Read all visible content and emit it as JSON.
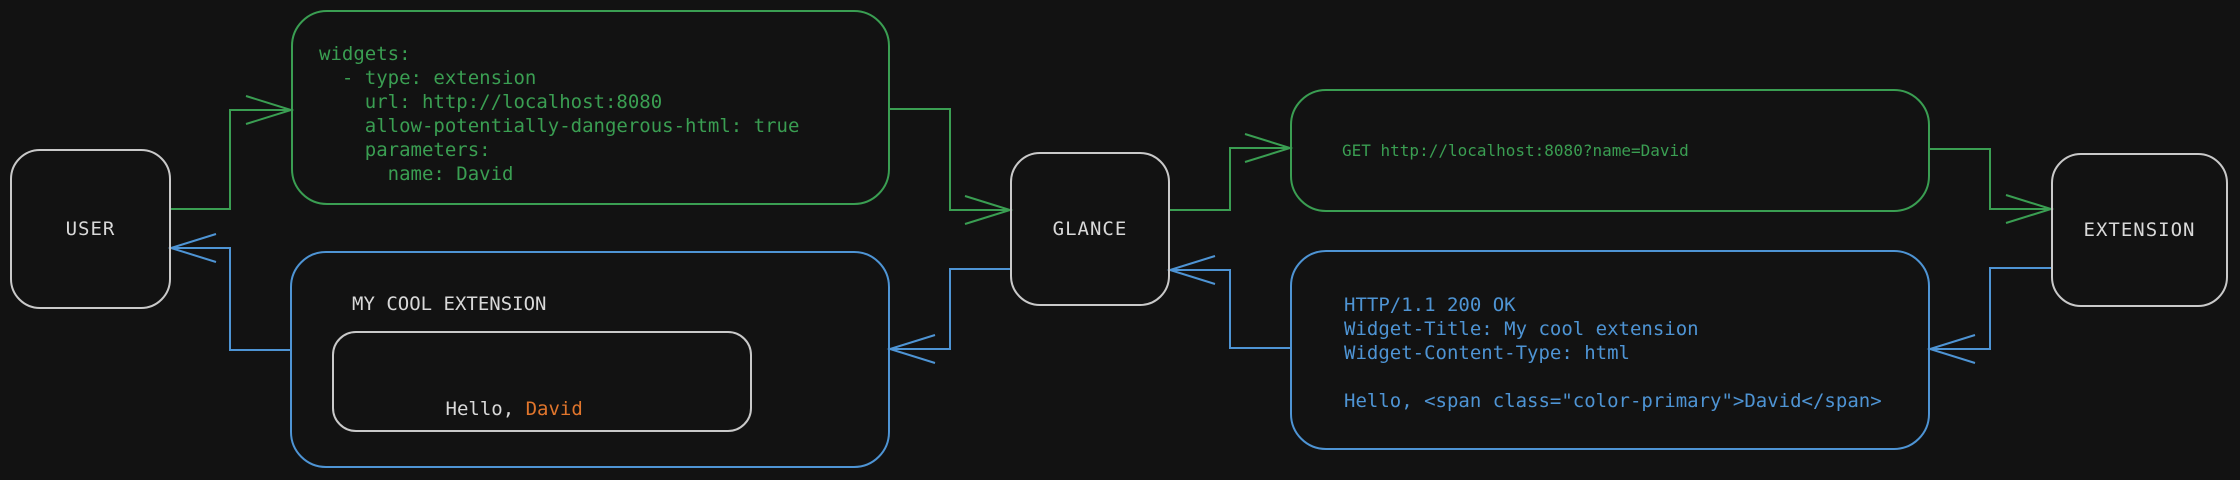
{
  "nodes": {
    "user": {
      "label": "USER"
    },
    "glance": {
      "label": "GLANCE"
    },
    "extension": {
      "label": "EXTENSION"
    }
  },
  "config_yaml": {
    "lines": [
      "widgets:",
      "  - type: extension",
      "    url: http://localhost:8080",
      "    allow-potentially-dangerous-html: true",
      "    parameters:",
      "      name: David"
    ]
  },
  "request": {
    "text": "GET http://localhost:8080?name=David"
  },
  "response": {
    "lines": [
      "HTTP/1.1 200 OK",
      "Widget-Title: My cool extension",
      "Widget-Content-Type: html",
      "",
      "Hello, <span class=\"color-primary\">David</span>"
    ]
  },
  "widget_preview": {
    "title": "MY COOL EXTENSION",
    "greeting_prefix": "Hello, ",
    "greeting_name": "David"
  },
  "colors": {
    "green": "#3A9E52",
    "blue": "#4E94D4",
    "orange": "#E0752C",
    "foreground": "#D9D9D9",
    "node_border": "#C9C9C9",
    "background": "#121212"
  }
}
